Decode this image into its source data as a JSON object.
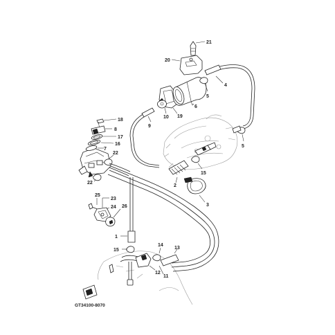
{
  "diagram_code": "GT34100-8070",
  "labels": {
    "p1": "1",
    "p2": "2",
    "p3": "3",
    "p4": "4",
    "p5a": "5",
    "p5b": "5",
    "p6": "6",
    "p7": "7",
    "p8": "8",
    "p9": "9",
    "p10": "10",
    "p11": "11",
    "p12": "12",
    "p13": "13",
    "p14": "14",
    "p15a": "15",
    "p15b": "15",
    "p16": "16",
    "p17": "17",
    "p18": "18",
    "p19": "19",
    "p20": "20",
    "p21": "21",
    "p22a": "22",
    "p22b": "22",
    "p23": "23",
    "p24": "24",
    "p25": "25",
    "p26": "26"
  }
}
